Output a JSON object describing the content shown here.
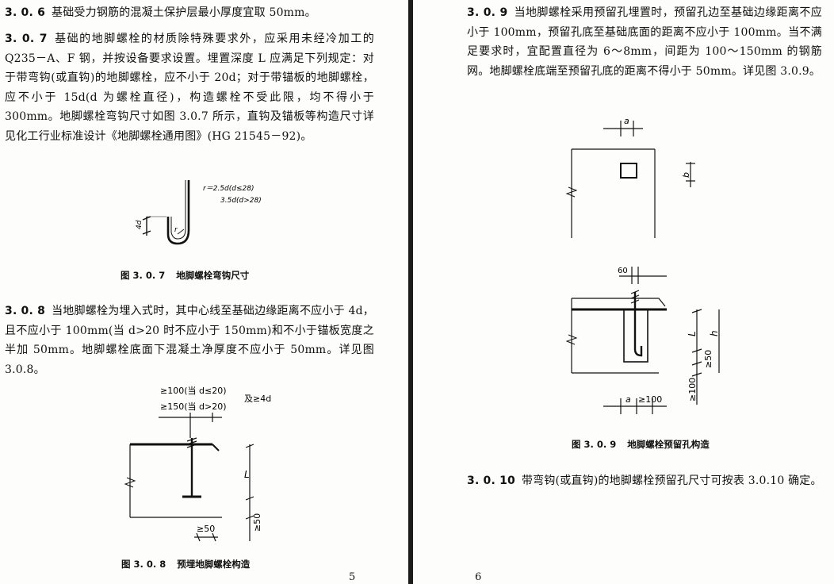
{
  "left_page": {
    "p306": {
      "num": "3. 0. 6",
      "text": "基础受力钢筋的混凝土保护层最小厚度宜取 50mm。"
    },
    "p307": {
      "num": "3. 0. 7",
      "text": "基础的地脚螺栓的材质除特殊要求外，应采用未经冷加工的 Q235－A、F 钢，并按设备要求设置。埋置深度 L 应满足下列规定：对于带弯钩(或直钩)的地脚螺栓，应不小于 20d；对于带锚板的地脚螺栓，应不小于 15d(d 为螺栓直径)，构造螺栓不受此限，均不得小于 300mm。地脚螺栓弯钩尺寸如图 3.0.7 所示，直钩及锚板等构造尺寸详见化工行业标准设计《地脚螺栓通用图》(HG 21545－92)。"
    },
    "fig307": {
      "r_formula": "r＝2.5d(d≤28)",
      "r_formula2": "3.5d(d>28)",
      "dim_4d": "4d",
      "label_r": "r",
      "caption_num": "图 3. 0. 7",
      "caption_text": "地脚螺栓弯钩尺寸"
    },
    "p308": {
      "num": "3. 0. 8",
      "text": "当地脚螺栓为埋入式时，其中心线至基础边缘距离不应小于 4d，且不应小于 100mm(当 d>20 时不应小于 150mm)和不小于锚板宽度之半加 50mm。地脚螺栓底面下混凝土净厚度不应小于 50mm。详见图 3.0.8。"
    },
    "fig308": {
      "dim_top1": "≥100(当 d≤20)",
      "dim_top2": "≥150(当 d>20)",
      "dim_top3": "及≥4d",
      "dim_L": "L",
      "dim_50_vert": "≥50",
      "dim_50_horz": "≥50",
      "caption_num": "图 3. 0. 8",
      "caption_text": "预埋地脚螺栓构造"
    },
    "page_number": "5"
  },
  "right_page": {
    "p309": {
      "num": "3. 0. 9",
      "text": "当地脚螺栓采用预留孔埋置时，预留孔边至基础边缘距离不应小于 100mm，预留孔底至基础底面的距离不应小于 100mm。当不满足要求时，宜配置直径为 6～8mm，间距为 100～150mm 的钢筋网。地脚螺栓底端至预留孔底的距离不得小于 50mm。详见图 3.0.9。"
    },
    "fig309": {
      "dim_a_top": "a",
      "dim_b": "b",
      "dim_60": "60",
      "dim_L": "L",
      "dim_h": "h",
      "dim_50": "≥50",
      "dim_100_vert": "≥100",
      "dim_a_bottom": "a",
      "dim_100_horz": "≥100",
      "caption_num": "图 3. 0. 9",
      "caption_text": "地脚螺栓预留孔构造"
    },
    "p3010": {
      "num": "3. 0. 10",
      "text": "带弯钩(或直钩)的地脚螺栓预留孔尺寸可按表 3.0.10 确定。"
    },
    "page_number": "6"
  }
}
